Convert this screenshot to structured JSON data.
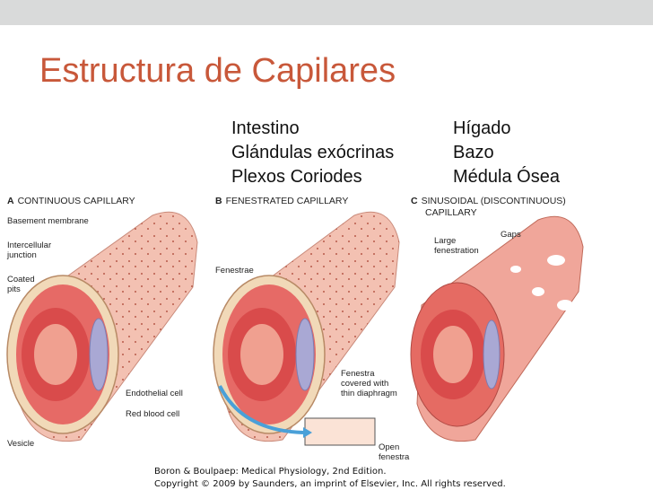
{
  "slide": {
    "title": "Estructura de Capilares",
    "organs_left": [
      "Intestino",
      "Glándulas exócrinas",
      "Plexos Coriodes"
    ],
    "organs_right": [
      "Hígado",
      "Bazo",
      "Médula Ósea"
    ]
  },
  "figure": {
    "panels": [
      {
        "letter": "A",
        "label": "CONTINUOUS CAPILLARY"
      },
      {
        "letter": "B",
        "label": "FENESTRATED CAPILLARY"
      },
      {
        "letter": "C",
        "label": "SINUSOIDAL (DISCONTINUOUS)",
        "label2": "CAPILLARY"
      }
    ],
    "annotations": {
      "basement_membrane": "Basement membrane",
      "intercellular_junction": "Intercellular\njunction",
      "coated_pits": "Coated\npits",
      "endothelial_cell": "Endothelial cell",
      "red_blood_cell": "Red blood cell",
      "vesicle": "Vesicle",
      "fenestrae": "Fenestrae",
      "fenestra_diaphragm": "Fenestra\ncovered with\nthin diaphragm",
      "open_fenestra": "Open\nfenestra",
      "gaps": "Gaps",
      "large_fenestration": "Large\nfenestration"
    },
    "credits": [
      "Boron & Boulpaep: Medical Physiology, 2nd Edition.",
      "Copyright © 2009 by Saunders, an imprint of Elsevier, Inc. All rights reserved."
    ]
  },
  "colors": {
    "title": "#c8583a",
    "vessel_outer": "#f2b8a8",
    "vessel_inner": "#e05a5a",
    "rbc": "#d94b4b",
    "endothelial": "#a9a8d4"
  }
}
